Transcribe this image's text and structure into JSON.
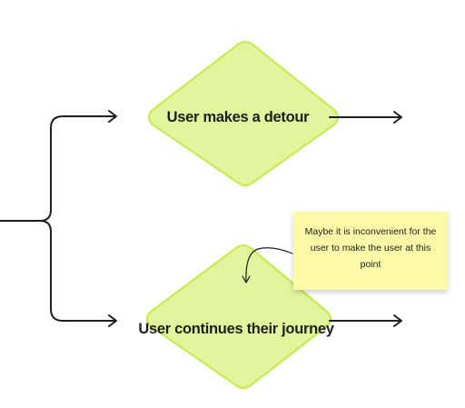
{
  "diagram": {
    "nodes": {
      "detour": {
        "label": "User makes a detour"
      },
      "continues": {
        "label": "User continues their journey"
      }
    },
    "note": {
      "text": "Maybe it is inconvenient for the user to make the user at this point"
    },
    "colors": {
      "diamond_fill": "#e3f59c",
      "diamond_stroke": "#c9ec5e",
      "connector": "#1e1e1e",
      "note_fill": "#fcf9a7"
    }
  }
}
